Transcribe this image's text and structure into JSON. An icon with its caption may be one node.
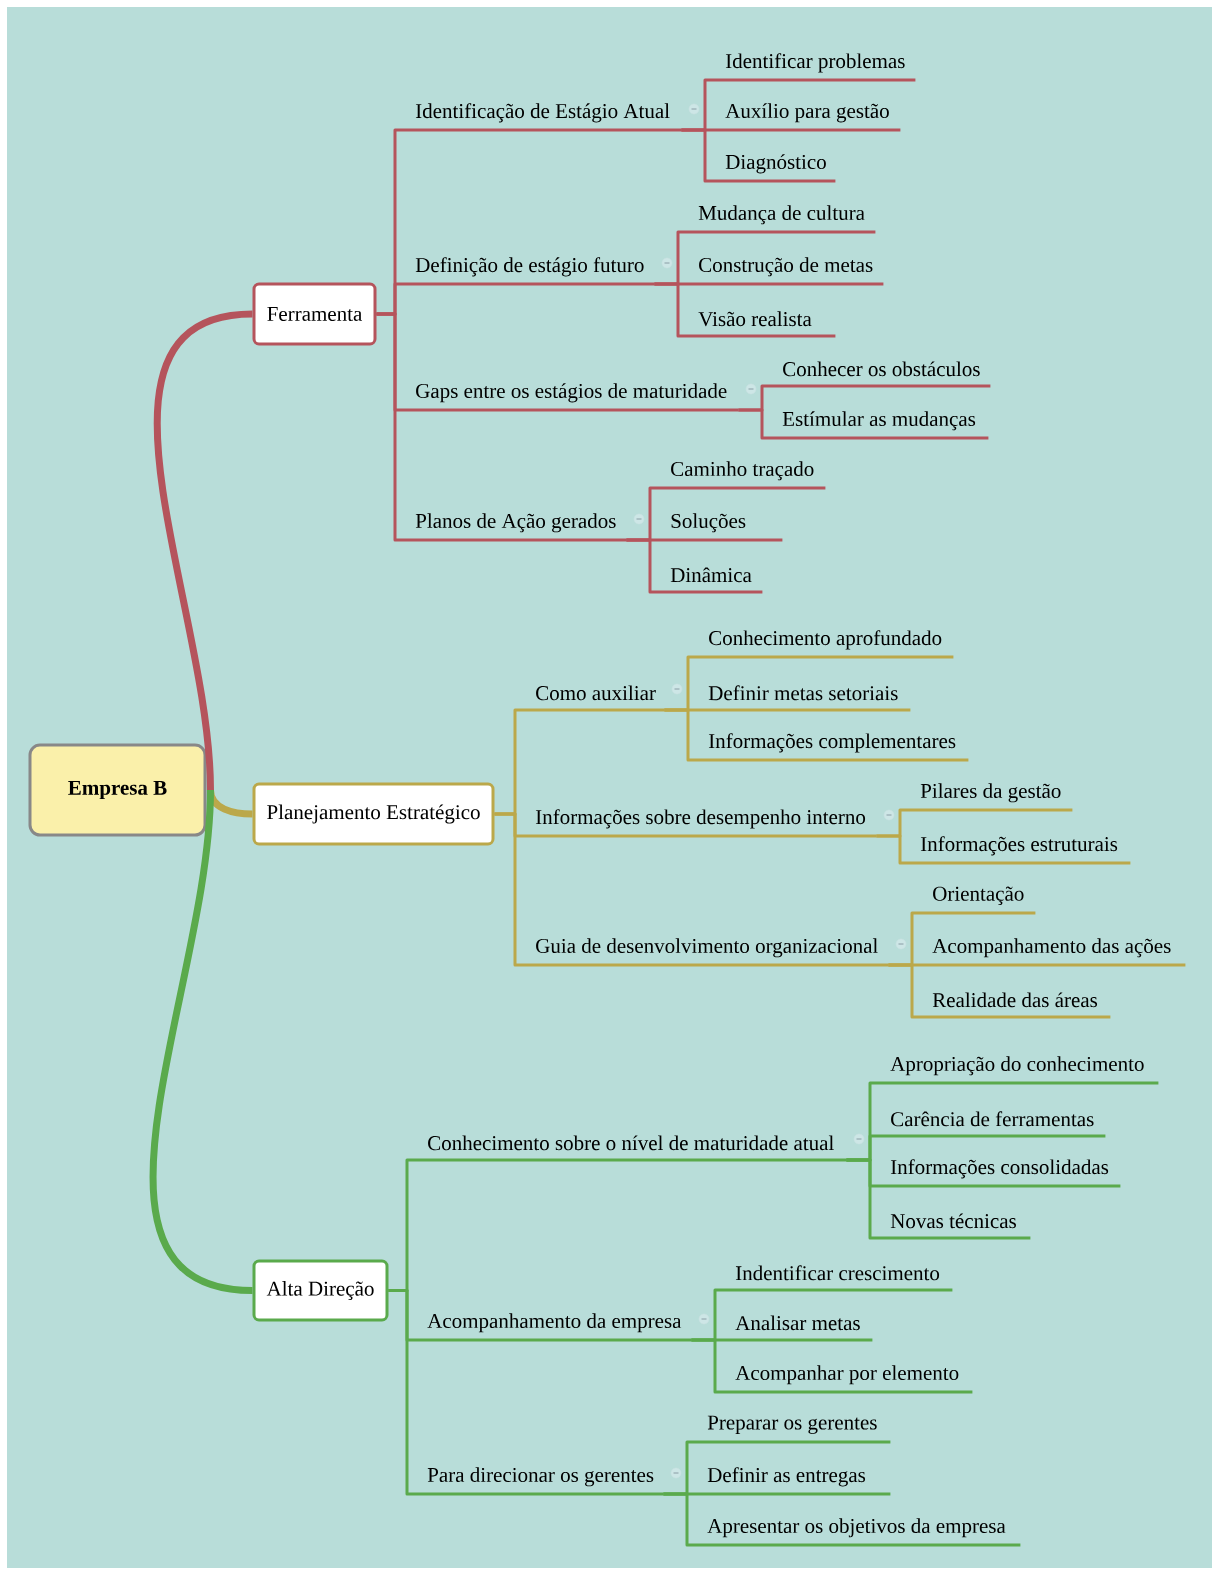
{
  "diagram": {
    "nodes": [
      {
        "text": [
          "Empresa B"
        ]
      },
      {
        "text": [
          "Ferramenta"
        ]
      },
      {
        "text": [
          "Identificação de Estágio Atual"
        ]
      },
      {
        "text": [
          "Identificar problemas"
        ]
      },
      {
        "text": [
          "Auxílio para gestão"
        ]
      },
      {
        "text": [
          "Diagnóstico"
        ]
      },
      {
        "text": [
          "Definição de estágio futuro"
        ]
      },
      {
        "text": [
          "Mudança de cultura"
        ]
      },
      {
        "text": [
          "Construção de metas"
        ]
      },
      {
        "text": [
          "Visão realista"
        ]
      },
      {
        "text": [
          "Gaps entre os estágios de maturidade"
        ]
      },
      {
        "text": [
          "Conhecer os obstáculos"
        ]
      },
      {
        "text": [
          "Estímular as mudanças"
        ]
      },
      {
        "text": [
          "Planos de Ação gerados"
        ]
      },
      {
        "text": [
          "Caminho traçado"
        ]
      },
      {
        "text": [
          "Soluções"
        ]
      },
      {
        "text": [
          "Dinâmica"
        ]
      },
      {
        "text": [
          "Planejamento Estratégico"
        ]
      },
      {
        "text": [
          "Como auxiliar"
        ]
      },
      {
        "text": [
          "Conhecimento aprofundado"
        ]
      },
      {
        "text": [
          "Definir metas setoriais"
        ]
      },
      {
        "text": [
          "Informações complementares"
        ]
      },
      {
        "text": [
          "Informações sobre desempenho interno"
        ]
      },
      {
        "text": [
          "Pilares da gestão"
        ]
      },
      {
        "text": [
          "Informações estruturais"
        ]
      },
      {
        "text": [
          "Guia de desenvolvimento organizacional"
        ]
      },
      {
        "text": [
          "Orientação"
        ]
      },
      {
        "text": [
          "Acompanhamento das ações"
        ]
      },
      {
        "text": [
          "Realidade das áreas"
        ]
      },
      {
        "text": [
          "Alta Direção"
        ]
      },
      {
        "text": [
          "Conhecimento sobre o nível de maturidade atual"
        ]
      },
      {
        "text": [
          "Apropriação do conhecimento"
        ]
      },
      {
        "text": [
          "Carência de ferramentas"
        ]
      },
      {
        "text": [
          "Informações consolidadas"
        ]
      },
      {
        "text": [
          "Novas técnicas"
        ]
      },
      {
        "text": [
          "Acompanhamento da empresa"
        ]
      },
      {
        "text": [
          "Indentificar crescimento"
        ]
      },
      {
        "text": [
          "Analisar metas"
        ]
      },
      {
        "text": [
          "Acompanhar por elemento"
        ]
      },
      {
        "text": [
          "Para direcionar os gerentes"
        ]
      },
      {
        "text": [
          "Preparar os gerentes"
        ]
      },
      {
        "text": [
          "Definir as entregas"
        ]
      },
      {
        "text": [
          "Apresentar os objetivos da empresa"
        ]
      }
    ],
    "edges": [
      {
        "from": 0,
        "to": 1,
        "arrow": "none",
        "style": "thick",
        "color": "#b5545c"
      },
      {
        "from": 1,
        "to": 2,
        "arrow": "none",
        "color": "#b5545c"
      },
      {
        "from": 2,
        "to": 3,
        "arrow": "none",
        "color": "#b5545c"
      },
      {
        "from": 2,
        "to": 4,
        "arrow": "none",
        "color": "#b5545c"
      },
      {
        "from": 2,
        "to": 5,
        "arrow": "none",
        "color": "#b5545c"
      },
      {
        "from": 1,
        "to": 6,
        "arrow": "none",
        "color": "#b5545c"
      },
      {
        "from": 6,
        "to": 7,
        "arrow": "none",
        "color": "#b5545c"
      },
      {
        "from": 6,
        "to": 8,
        "arrow": "none",
        "color": "#b5545c"
      },
      {
        "from": 6,
        "to": 9,
        "arrow": "none",
        "color": "#b5545c"
      },
      {
        "from": 1,
        "to": 10,
        "arrow": "none",
        "color": "#b5545c"
      },
      {
        "from": 10,
        "to": 11,
        "arrow": "none",
        "color": "#b5545c"
      },
      {
        "from": 10,
        "to": 12,
        "arrow": "none",
        "color": "#b5545c"
      },
      {
        "from": 1,
        "to": 13,
        "arrow": "none",
        "color": "#b5545c"
      },
      {
        "from": 13,
        "to": 14,
        "arrow": "none",
        "color": "#b5545c"
      },
      {
        "from": 13,
        "to": 15,
        "arrow": "none",
        "color": "#b5545c"
      },
      {
        "from": 13,
        "to": 16,
        "arrow": "none",
        "color": "#b5545c"
      },
      {
        "from": 0,
        "to": 17,
        "arrow": "none",
        "style": "thick",
        "color": "#bba84a"
      },
      {
        "from": 17,
        "to": 18,
        "arrow": "none",
        "color": "#bba84a"
      },
      {
        "from": 18,
        "to": 19,
        "arrow": "none",
        "color": "#bba84a"
      },
      {
        "from": 18,
        "to": 20,
        "arrow": "none",
        "color": "#bba84a"
      },
      {
        "from": 18,
        "to": 21,
        "arrow": "none",
        "color": "#bba84a"
      },
      {
        "from": 17,
        "to": 22,
        "arrow": "none",
        "color": "#bba84a"
      },
      {
        "from": 22,
        "to": 23,
        "arrow": "none",
        "color": "#bba84a"
      },
      {
        "from": 22,
        "to": 24,
        "arrow": "none",
        "color": "#bba84a"
      },
      {
        "from": 17,
        "to": 25,
        "arrow": "none",
        "color": "#bba84a"
      },
      {
        "from": 25,
        "to": 26,
        "arrow": "none",
        "color": "#bba84a"
      },
      {
        "from": 25,
        "to": 27,
        "arrow": "none",
        "color": "#bba84a"
      },
      {
        "from": 25,
        "to": 28,
        "arrow": "none",
        "color": "#bba84a"
      },
      {
        "from": 0,
        "to": 29,
        "arrow": "none",
        "style": "thick",
        "color": "#5aaa4c"
      },
      {
        "from": 29,
        "to": 30,
        "arrow": "none",
        "color": "#5aaa4c"
      },
      {
        "from": 30,
        "to": 31,
        "arrow": "none",
        "color": "#5aaa4c"
      },
      {
        "from": 30,
        "to": 32,
        "arrow": "none",
        "color": "#5aaa4c"
      },
      {
        "from": 30,
        "to": 33,
        "arrow": "none",
        "color": "#5aaa4c"
      },
      {
        "from": 30,
        "to": 34,
        "arrow": "none",
        "color": "#5aaa4c"
      },
      {
        "from": 29,
        "to": 35,
        "arrow": "none",
        "color": "#5aaa4c"
      },
      {
        "from": 35,
        "to": 36,
        "arrow": "none",
        "color": "#5aaa4c"
      },
      {
        "from": 35,
        "to": 37,
        "arrow": "none",
        "color": "#5aaa4c"
      },
      {
        "from": 35,
        "to": 38,
        "arrow": "none",
        "color": "#5aaa4c"
      },
      {
        "from": 29,
        "to": 39,
        "arrow": "none",
        "color": "#5aaa4c"
      },
      {
        "from": 39,
        "to": 40,
        "arrow": "none",
        "color": "#5aaa4c"
      },
      {
        "from": 39,
        "to": 41,
        "arrow": "none",
        "color": "#5aaa4c"
      },
      {
        "from": 39,
        "to": 42,
        "arrow": "none",
        "color": "#5aaa4c"
      }
    ]
  }
}
